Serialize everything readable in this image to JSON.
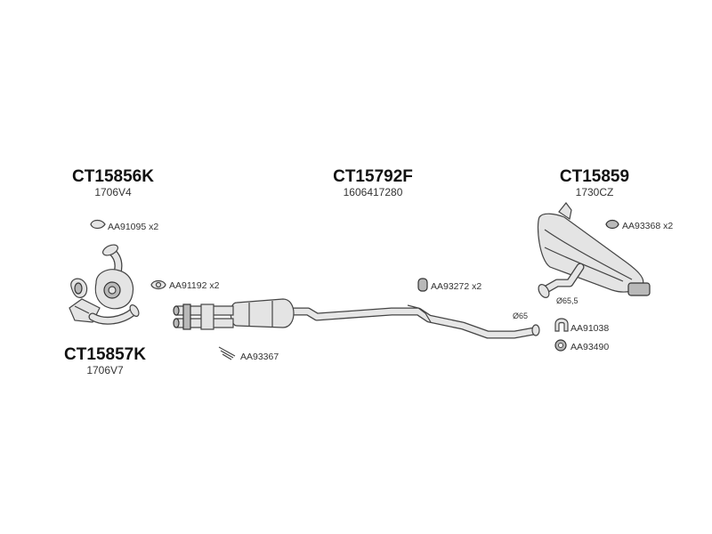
{
  "assemblies": {
    "front_cat": {
      "code": "CT15856K",
      "ref": "1706V4"
    },
    "rear_cat": {
      "code": "CT15857K",
      "ref": "1706V7"
    },
    "center": {
      "code": "CT15792F",
      "ref": "1606417280"
    },
    "rear": {
      "code": "CT15859",
      "ref": "1730CZ"
    }
  },
  "accessories": {
    "gasket_front": "AA91095 x2",
    "clamp_flange": "AA91192 x2",
    "bolt_kit": "AA93367",
    "rubber_center": "AA93272 x2",
    "rubber_rear": "AA93368 x2",
    "clamp_rear": "AA91038",
    "ring_rear": "AA93490"
  },
  "dimensions": {
    "pipe_d_65": "Ø65",
    "pipe_d_655": "Ø65,5"
  }
}
